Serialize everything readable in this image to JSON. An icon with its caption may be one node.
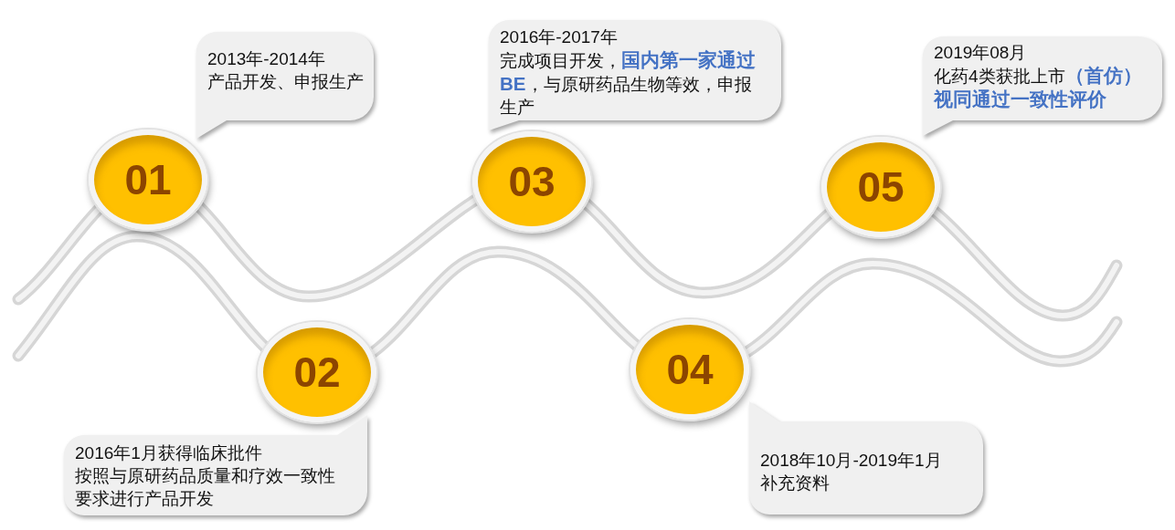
{
  "diagram": {
    "nodes": [
      {
        "text": [
          "2013年-2014年",
          "产品开发、申报生产"
        ]
      },
      {
        "text": [
          "01"
        ]
      },
      {
        "text": [
          "02"
        ]
      },
      {
        "text": [
          "2016年1月获得临床批件",
          "按照与原研药品质量和疗效一致性要求进行产品开发"
        ]
      },
      {
        "text": [
          "2016年-2017年",
          "完成项目开发，**国内第一家通过BE**，与原研药品生物等效，申报生产"
        ]
      },
      {
        "text": [
          "03"
        ]
      },
      {
        "text": [
          "04"
        ]
      },
      {
        "text": [
          "2018年10月-2019年1月",
          "补充资料"
        ]
      },
      {
        "text": [
          "2019年08月",
          "化药4类获批上市**（首仿）视同通过一致性评价**"
        ]
      },
      {
        "text": [
          "05"
        ]
      }
    ]
  }
}
